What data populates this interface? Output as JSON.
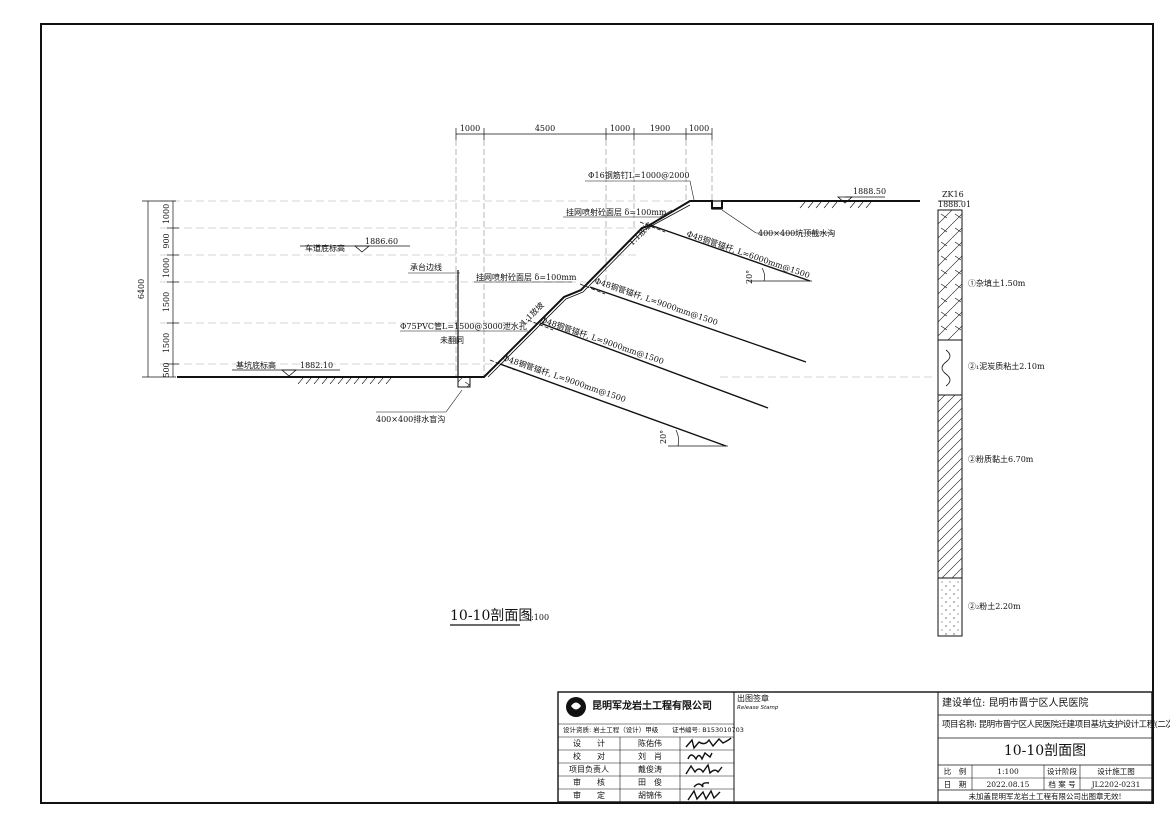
{
  "dims": {
    "top": [
      "1000",
      "4500",
      "1000",
      "1900",
      "1000"
    ],
    "left_total": "6400",
    "left": [
      "1000",
      "900",
      "1000",
      "1500",
      "1500",
      "500"
    ]
  },
  "elevations": {
    "top": "1888.50",
    "road": "车道底标高",
    "road_value": "1886.60",
    "pit": "基坑底标高",
    "pit_value": "1882.10"
  },
  "annotations": {
    "nail": "Φ16钢筋钉L=1000@2000",
    "mesh_upper": "挂网喷射砼面层 δ=100mm",
    "mesh_lower": "挂网喷射砼面层 δ=100mm",
    "cap_edge": "承台边线",
    "pvc": "Φ75PVC管L=1500@3000泄水孔",
    "pvc2": "未翻同",
    "top_ditch": "400×400坑顶截水沟",
    "drain": "400×400排水盲沟",
    "slope_upper": "1:1放坡",
    "slope_lower": "1:1放坡",
    "anchor1": "Φ48钢管锚杆, L=6000mm@1500",
    "anchor2": "Φ48钢管锚杆, L=9000mm@1500",
    "anchor3": "Φ48钢管锚杆, L=9000mm@1500",
    "anchor4": "Φ48钢管锚杆, L=9000mm@1500",
    "angle1": "20°",
    "angle2": "20°"
  },
  "borehole": {
    "id": "ZK16",
    "elev": "1888.01",
    "layers": [
      "①杂填土1.50m",
      "②₁泥炭质粘土2.10m",
      "②粉质黏土6.70m",
      "②₂粉土2.20m"
    ]
  },
  "caption": {
    "title": "10-10剖面图",
    "scale": "1:100"
  },
  "title_block": {
    "company": "昆明军龙岩土工程有限公司",
    "qualification": "设计资质: 岩土工程（设计）甲级",
    "cert": "证书编号: B153010703",
    "stamp_label": "出图签章",
    "stamp_en": "Release Stamp",
    "roles": [
      {
        "role": "设　　计",
        "name": "陈佑伟"
      },
      {
        "role": "校　　对",
        "name": "刘　肖"
      },
      {
        "role": "项目负责人",
        "name": "戴俊涛"
      },
      {
        "role": "审　　核",
        "name": "田　俊"
      },
      {
        "role": "审　　定",
        "name": "胡锦伟"
      }
    ],
    "client": "建设单位: 昆明市晋宁区人民医院",
    "project": "项目名称: 昆明市晋宁区人民医院迁建项目基坑支护设计工程(二次)",
    "drawing_name": "10-10剖面图",
    "scale_label": "比　例",
    "scale_value": "1:100",
    "stage_label": "设计阶段",
    "stage_value": "设计施工图",
    "date_label": "日　期",
    "date_value": "2022.08.15",
    "archive_label": "档 案 号",
    "archive_value": "JL2202-0231",
    "footer": "未加盖昆明军龙岩土工程有限公司出图章无效!"
  }
}
